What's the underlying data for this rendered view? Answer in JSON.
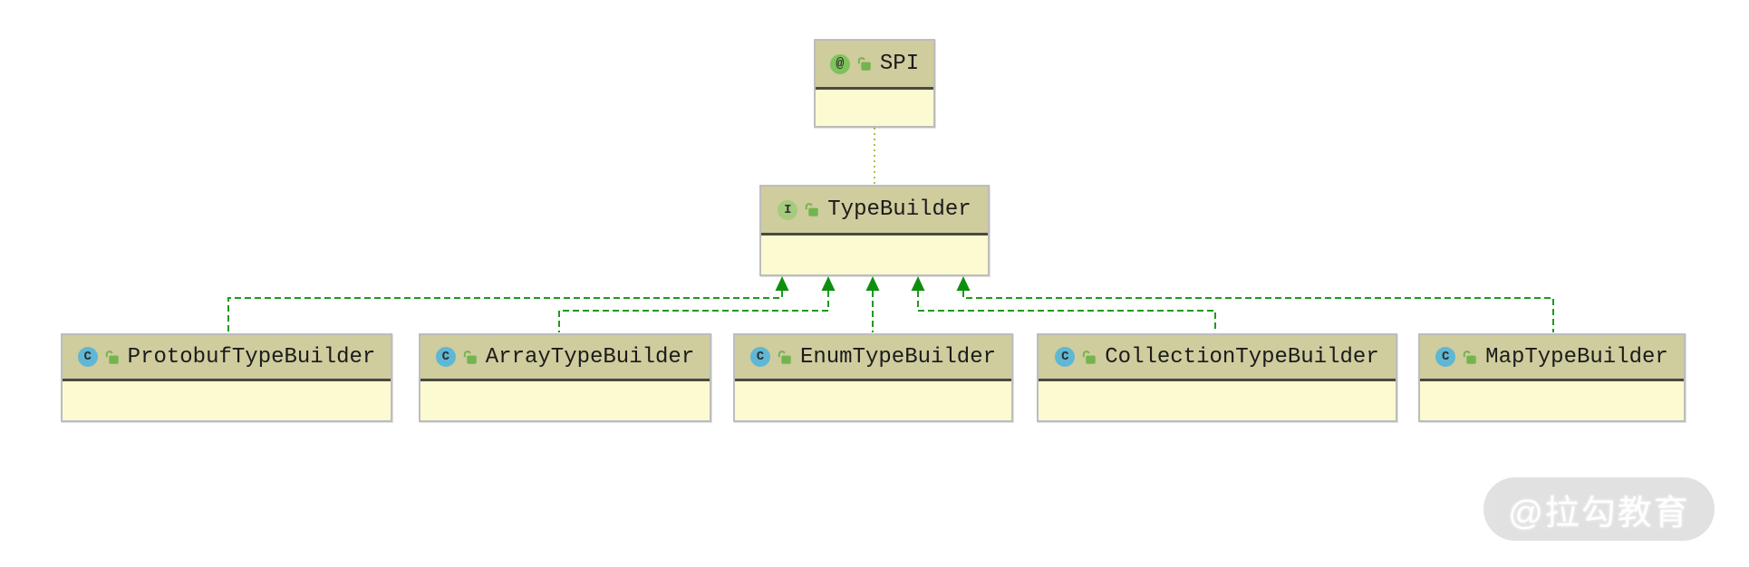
{
  "nodes": {
    "spi": {
      "label": "SPI",
      "kind": "annotation",
      "icon_glyph": "@"
    },
    "type_builder": {
      "label": "TypeBuilder",
      "kind": "interface",
      "icon_glyph": "I"
    },
    "protobuf": {
      "label": "ProtobufTypeBuilder",
      "kind": "class",
      "icon_glyph": "C"
    },
    "array": {
      "label": "ArrayTypeBuilder",
      "kind": "class",
      "icon_glyph": "C"
    },
    "enum": {
      "label": "EnumTypeBuilder",
      "kind": "class",
      "icon_glyph": "C"
    },
    "collection": {
      "label": "CollectionTypeBuilder",
      "kind": "class",
      "icon_glyph": "C"
    },
    "map": {
      "label": "MapTypeBuilder",
      "kind": "class",
      "icon_glyph": "C"
    }
  },
  "edges": {
    "dependency": {
      "from": "SPI",
      "to": "TypeBuilder",
      "style": "dotted-green"
    },
    "realizations": [
      {
        "from": "ProtobufTypeBuilder",
        "to": "TypeBuilder",
        "style": "dashed-green-arrow"
      },
      {
        "from": "ArrayTypeBuilder",
        "to": "TypeBuilder",
        "style": "dashed-green-arrow"
      },
      {
        "from": "EnumTypeBuilder",
        "to": "TypeBuilder",
        "style": "dashed-green-arrow"
      },
      {
        "from": "CollectionTypeBuilder",
        "to": "TypeBuilder",
        "style": "dashed-green-arrow"
      },
      {
        "from": "MapTypeBuilder",
        "to": "TypeBuilder",
        "style": "dashed-green-arrow"
      }
    ]
  },
  "watermark": {
    "text": "@拉勾教育"
  },
  "colors": {
    "header_bg": "#cfcc9e",
    "body_bg": "#fcfad0",
    "separator": "#4a4a42",
    "box_border": "#bdbdbd",
    "relation_green": "#1d9a1d",
    "arrow_green": "#0f8f0f",
    "dependency_dot": "#a9c44d",
    "class_icon_bg": "#5fb7d4",
    "interface_icon_bg": "#a6cb7e",
    "annotation_icon_bg": "#7ec25b",
    "lock_green": "#74b44e",
    "name_color": "#1b1b1b",
    "watermark_bg": "#dfdfdf"
  }
}
